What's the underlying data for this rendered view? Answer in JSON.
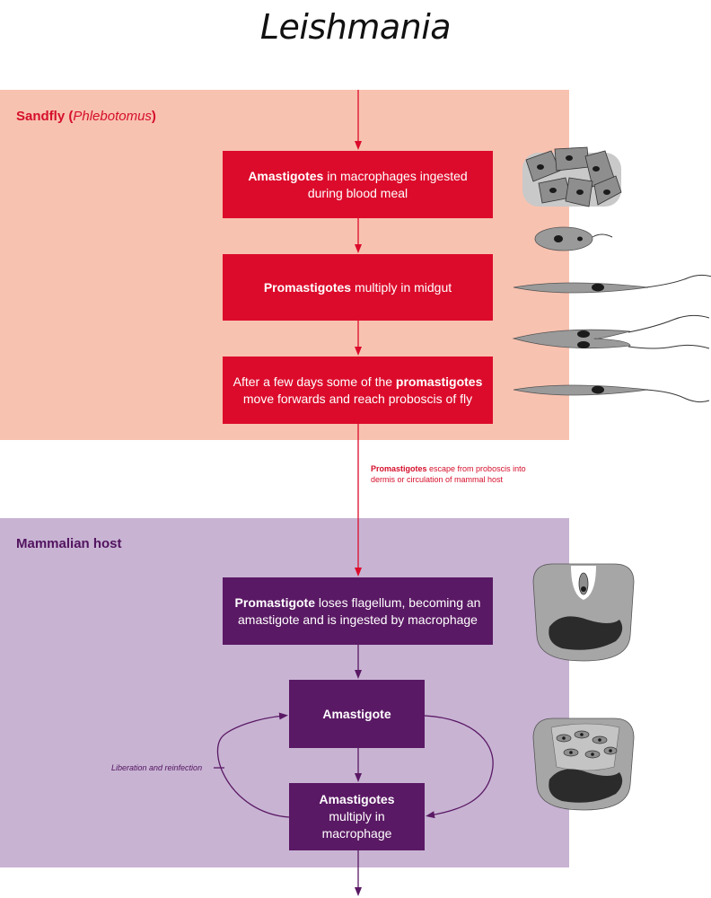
{
  "title": "Leishmania",
  "sandfly": {
    "label": "Sandfly",
    "label_italic": "Phlebotomus",
    "boxes": [
      {
        "bold": "Amastigotes",
        "text": " in macrophages ingested during blood meal"
      },
      {
        "bold": "Promastigotes",
        "text": " multiply in midgut"
      },
      {
        "pre": "After a few days some of the ",
        "bold": "promastigotes",
        "text": " move forwards and reach proboscis of fly"
      }
    ]
  },
  "transition": {
    "bold": "Promastigotes",
    "text": " escape from proboscis into dermis or circulation of mammal host"
  },
  "mammal": {
    "label": "Mammalian host",
    "boxes": [
      {
        "bold": "Promastigote",
        "text": " loses flagellum, becoming an amastigote and is ingested by macrophage"
      },
      {
        "bold": "Amastigote",
        "text": ""
      },
      {
        "bold": "Amastigotes",
        "text": " multiply in macrophage"
      }
    ],
    "cycle_label": "Liberation and reinfection"
  },
  "colors": {
    "sandfly_bg": "#f8c2b0",
    "mammal_bg": "#c8b3d3",
    "red": "#dc0b2b",
    "purple": "#5a1964"
  }
}
